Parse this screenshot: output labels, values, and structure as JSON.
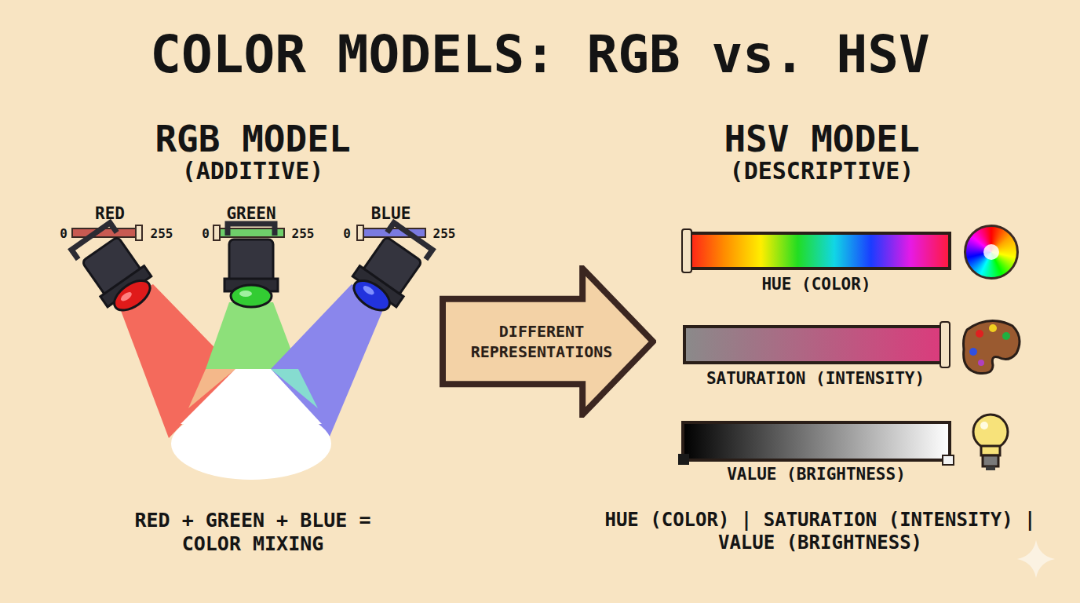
{
  "diagram": {
    "title": "COLOR MODELS: RGB vs. HSV",
    "nodes": [
      {
        "text": [
          "DIFFERENT REPRESENTATIONS"
        ]
      }
    ],
    "edges": [],
    "labels": [
      "RGB MODEL",
      "(ADDITIVE)",
      "RED",
      "0",
      "255",
      "GREEN",
      "0",
      "255",
      "BLUE",
      "0",
      "255",
      "RED + GREEN + BLUE = COLOR MIXING",
      "HSV MODEL",
      "(DESCRIPTIVE)",
      "HUE (COLOR)",
      "SATURATION (INTENSITY)",
      "VALUE (BRIGHTNESS)",
      "HUE (COLOR) | SATURATION (INTENSITY) | VALUE (BRIGHTNESS)"
    ]
  }
}
